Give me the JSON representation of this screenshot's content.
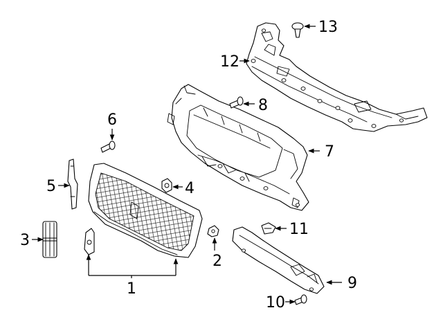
{
  "diagram": {
    "callouts": [
      {
        "id": "1",
        "label": "1"
      },
      {
        "id": "2",
        "label": "2"
      },
      {
        "id": "3",
        "label": "3"
      },
      {
        "id": "4",
        "label": "4"
      },
      {
        "id": "5",
        "label": "5"
      },
      {
        "id": "6",
        "label": "6"
      },
      {
        "id": "7",
        "label": "7"
      },
      {
        "id": "8",
        "label": "8"
      },
      {
        "id": "9",
        "label": "9"
      },
      {
        "id": "10",
        "label": "10"
      },
      {
        "id": "11",
        "label": "11"
      },
      {
        "id": "12",
        "label": "12"
      },
      {
        "id": "13",
        "label": "13"
      }
    ],
    "line_color": "#000000",
    "background": "#ffffff"
  }
}
